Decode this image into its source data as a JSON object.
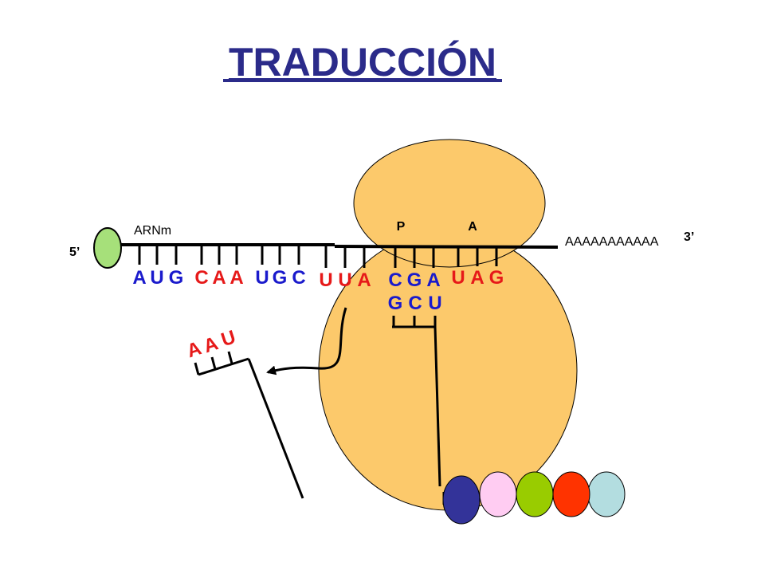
{
  "title": "TRADUCCIÓN",
  "labels": {
    "mrna": "ARNm",
    "five_prime": "5’",
    "three_prime": "3’",
    "poly_a": "AAAAAAAAAAA",
    "site_p": "P",
    "site_a": "A"
  },
  "codons": [
    {
      "bases": [
        "A",
        "U",
        "G"
      ],
      "color": "#1a1acc"
    },
    {
      "bases": [
        "C",
        "A",
        "A"
      ],
      "color": "#e61919"
    },
    {
      "bases": [
        "U",
        "G",
        "C"
      ],
      "color": "#1a1acc"
    },
    {
      "bases": [
        "U",
        "U",
        "A"
      ],
      "color": "#e61919"
    },
    {
      "bases": [
        "C",
        "G",
        "A"
      ],
      "color": "#1a1acc"
    },
    {
      "bases": [
        "U",
        "A",
        "G"
      ],
      "color": "#e61919"
    }
  ],
  "anticodon_p": {
    "bases": [
      "G",
      "C",
      "U"
    ],
    "color": "#1a1acc"
  },
  "released_trna": {
    "bases": [
      "A",
      "A",
      "U"
    ],
    "color": "#e61919"
  },
  "colors": {
    "ribosome": "#fcc96b",
    "cap": "#a6e07a",
    "line": "#000000"
  },
  "peptide_colors": [
    "#333399",
    "#ffccf2",
    "#99cc00",
    "#ff3300",
    "#b3dde0"
  ]
}
